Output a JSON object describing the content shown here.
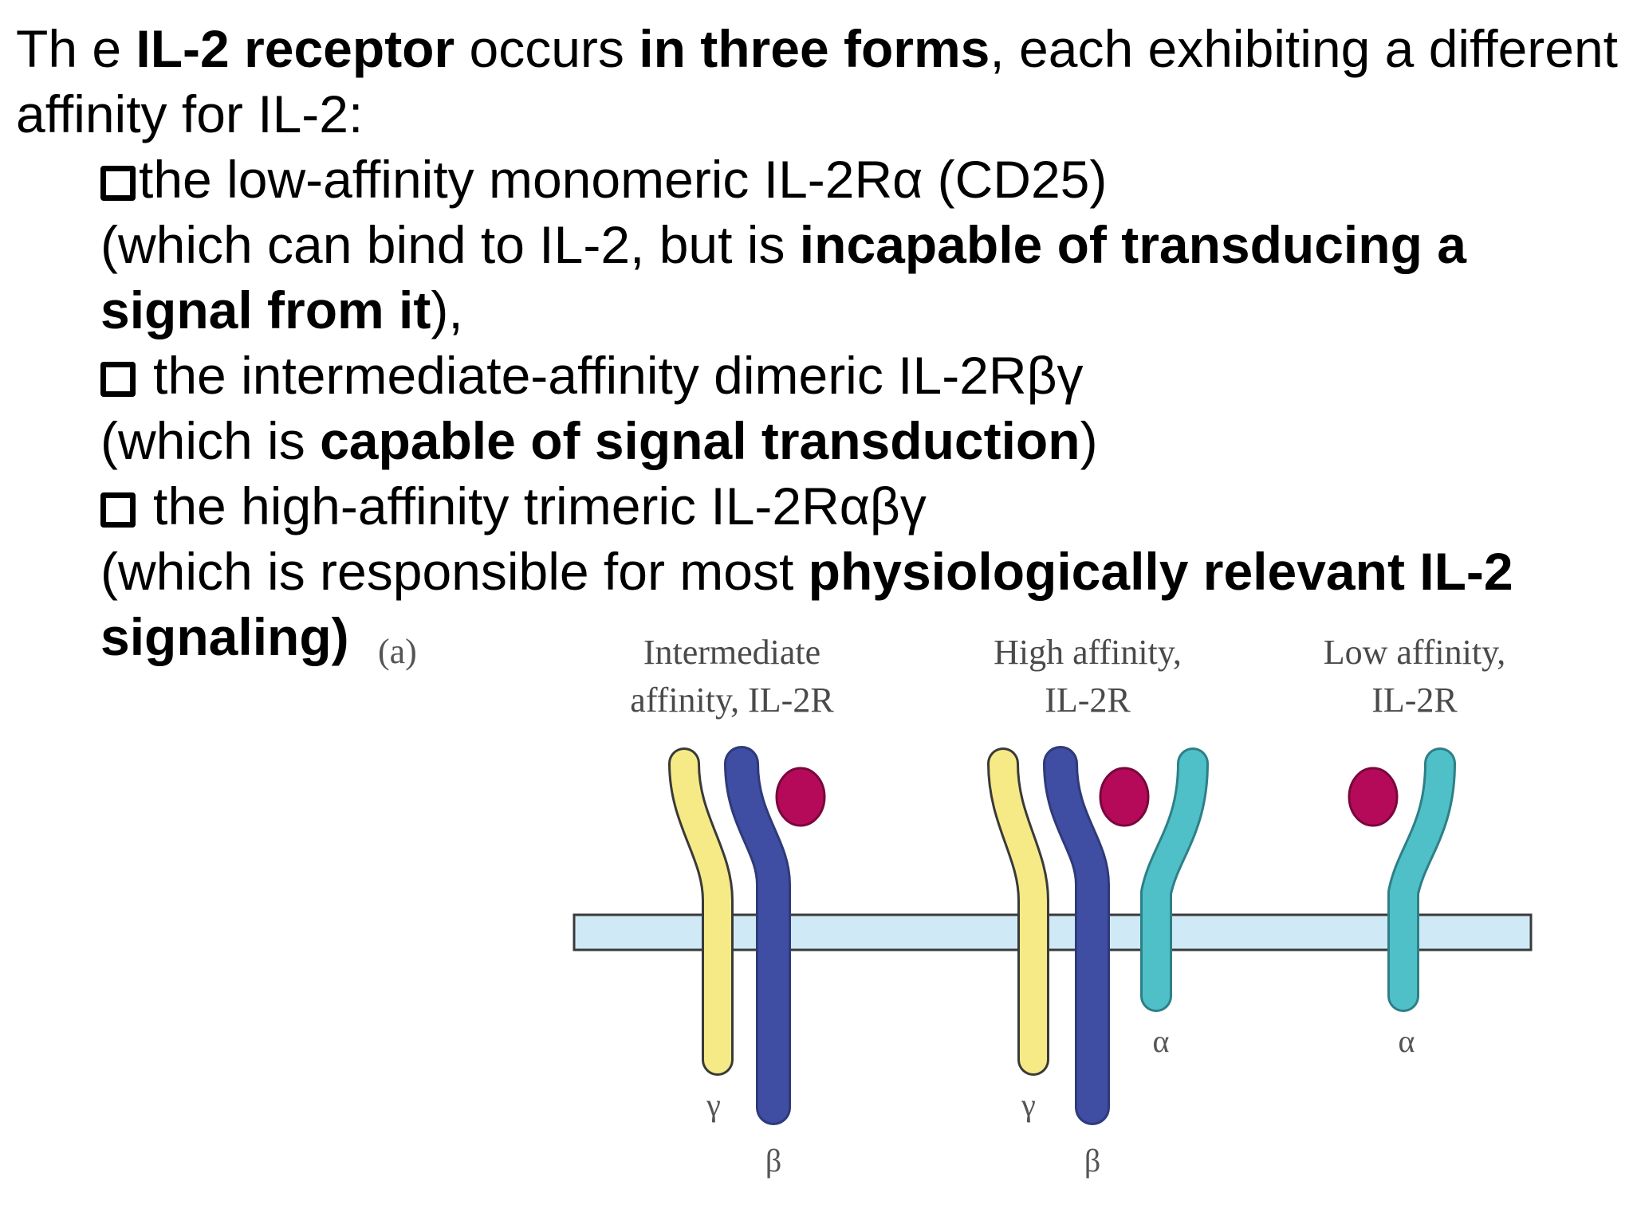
{
  "intro": {
    "p1": "Th e ",
    "b1": "IL-2 receptor",
    "p2": " occurs ",
    "b2": "in three forms",
    "p3": ", each exhibiting a different affinity for IL-2:"
  },
  "forms": [
    {
      "title": "the low-affinity monomeric IL-2Rα (CD25)",
      "desc_plain1": "(which can bind to IL-2, but is ",
      "desc_bold": "incapable of transducing a signal from it",
      "desc_plain2": "),"
    },
    {
      "title": "the intermediate-affinity dimeric IL-2Rβγ",
      "desc_plain1": "(which is ",
      "desc_bold": "capable of signal transduction",
      "desc_plain2": ")"
    },
    {
      "title": "the high-affinity trimeric IL-2Rαβγ",
      "desc_plain1": "(which is responsible for most ",
      "desc_bold": "physiologically relevant IL-2 signaling)",
      "desc_plain2": ""
    }
  ],
  "figure": {
    "panel_label": "(a)",
    "groups": [
      {
        "label_line1": "Intermediate",
        "label_line2": "affinity, IL-2R"
      },
      {
        "label_line1": "High affinity,",
        "label_line2": "IL-2R"
      },
      {
        "label_line1": "Low affinity,",
        "label_line2": "IL-2R"
      }
    ],
    "subunit_labels": {
      "gamma": "γ",
      "beta": "β",
      "alpha": "α"
    },
    "colors": {
      "gamma": "#f6ea86",
      "beta": "#3f4ea3",
      "alpha": "#4fc0c8",
      "il2": "#b50a5a",
      "membrane": "#cfeaf6",
      "outline": "#3a3a3a"
    }
  }
}
